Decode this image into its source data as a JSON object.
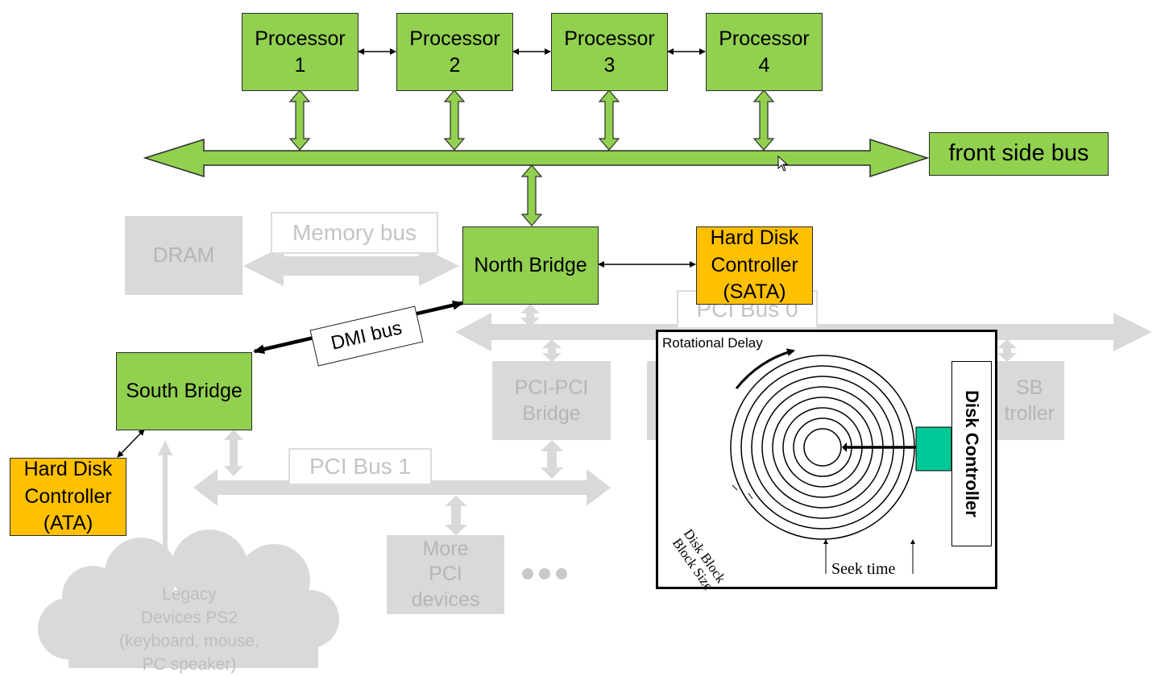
{
  "processors": [
    {
      "label": "Processor\n1"
    },
    {
      "label": "Processor\n2"
    },
    {
      "label": "Processor\n3"
    },
    {
      "label": "Processor\n4"
    }
  ],
  "front_side_bus": {
    "label": "front side bus"
  },
  "north_bridge": {
    "label": "North Bridge"
  },
  "south_bridge": {
    "label": "South Bridge"
  },
  "hdd_sata": {
    "label": "Hard Disk\nController\n(SATA)"
  },
  "hdd_ata": {
    "label": "Hard Disk\nController\n(ATA)"
  },
  "dmi_bus": {
    "label": "DMI bus"
  },
  "faded": {
    "dram": "DRAM",
    "memory_bus": "Memory bus",
    "pci_bus_0": "PCI Bus 0",
    "pci_pci_bridge": "PCI-PCI\nBridge",
    "usb_controller": "SB\ntroller",
    "pci_bus_1": "PCI Bus 1",
    "more_pci_devices": "More\nPCI\ndevices",
    "legacy_devices": "Legacy\nDevices PS2\n(keyboard, mouse,\nPC speaker)"
  },
  "disk_inset": {
    "rotational_delay": "Rotational Delay",
    "disk_controller": "Disk Controller",
    "seek_time": "Seek time",
    "disk_block": "Disk Block\nBlock Size"
  },
  "colors": {
    "green": "#92d050",
    "orange": "#ffc000",
    "faded_grey": "#d9d9d9",
    "controller_teal": "#00c896"
  }
}
